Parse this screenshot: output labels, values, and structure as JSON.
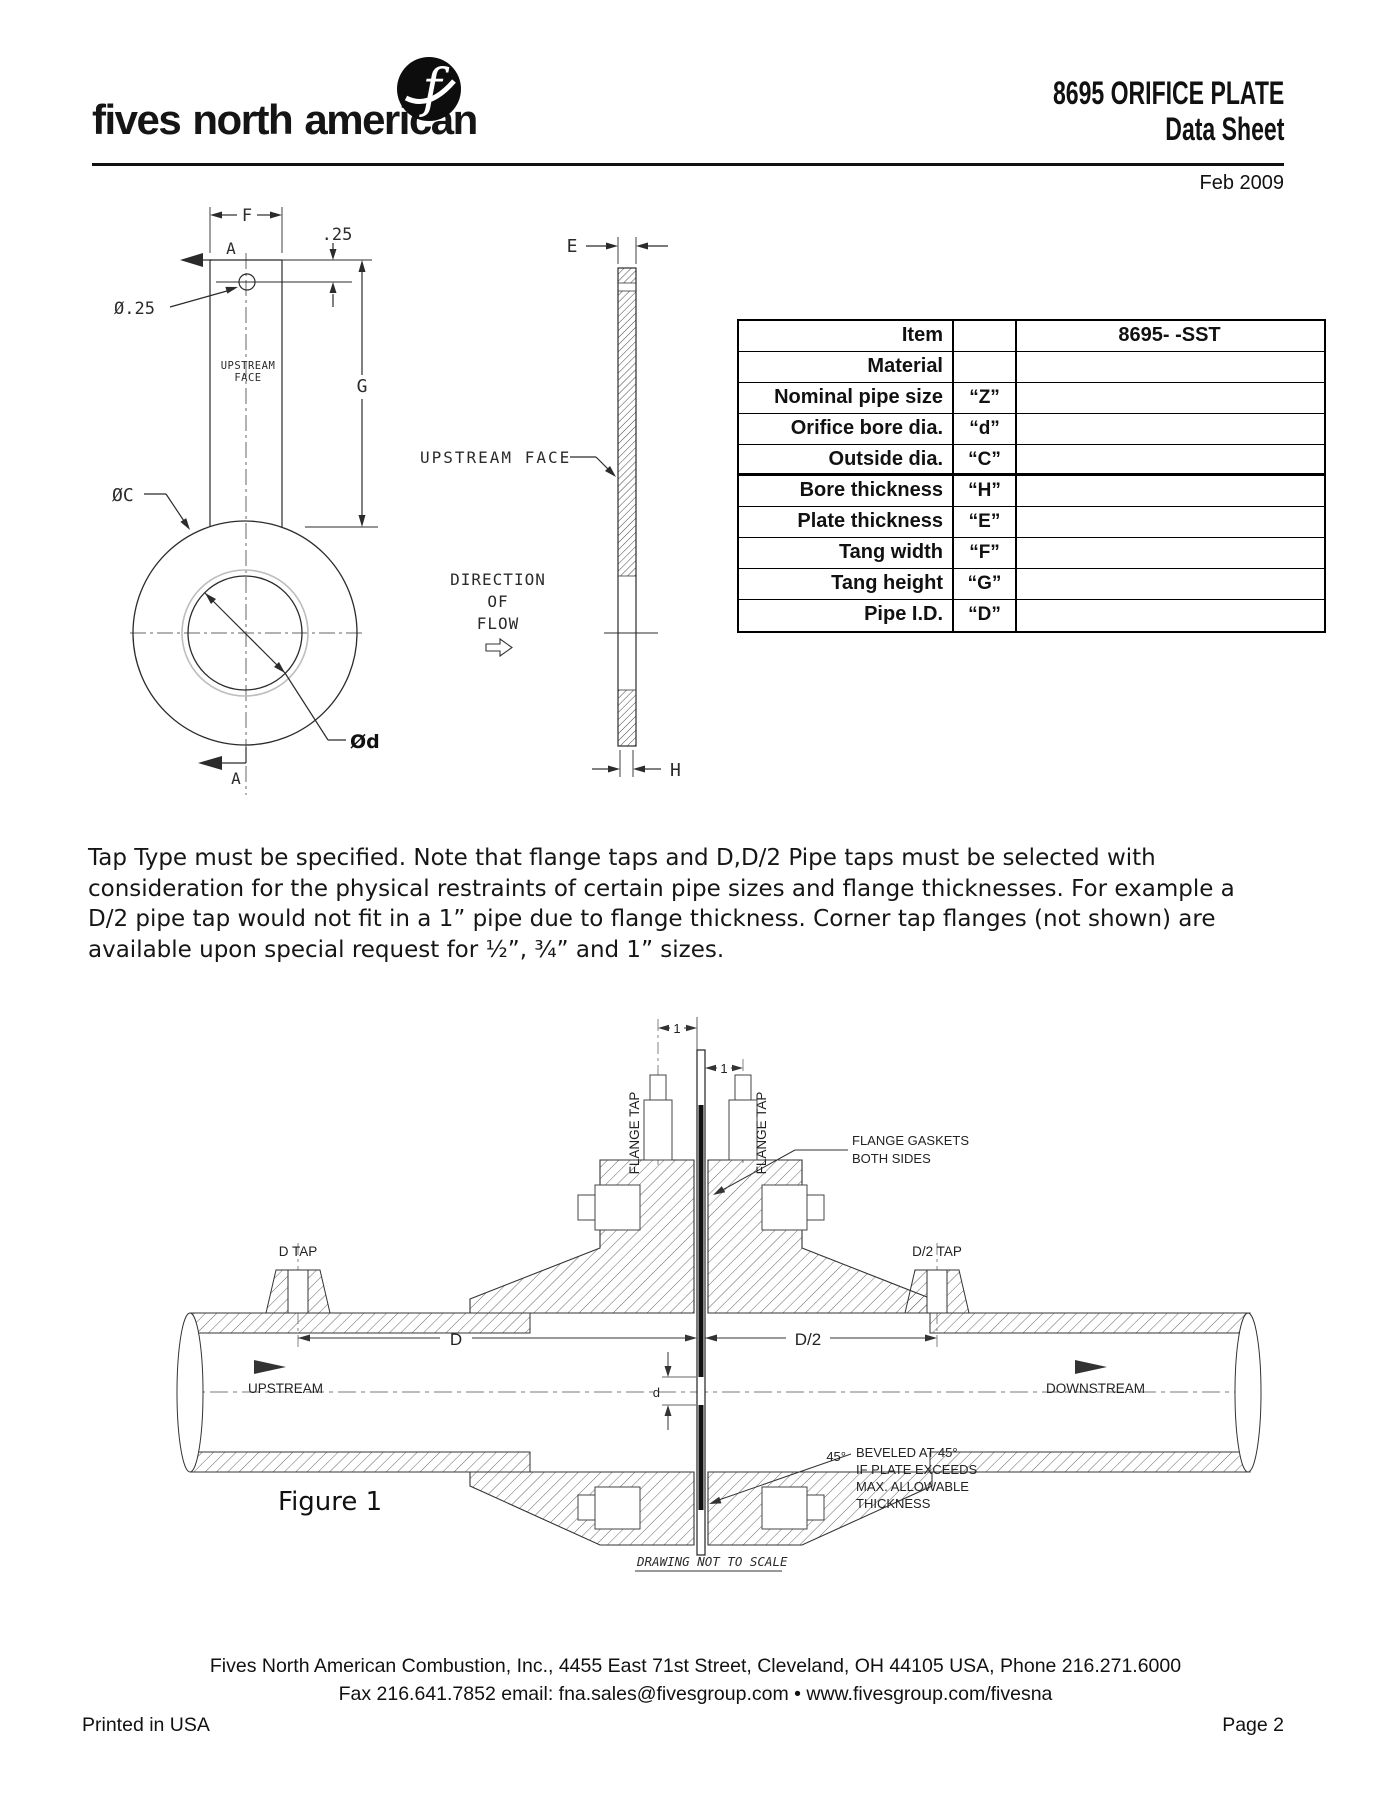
{
  "header": {
    "logo_text": "fives north american",
    "title_line1": "8695 ORIFICE PLATE",
    "title_line2": "Data Sheet",
    "date": "Feb 2009"
  },
  "front_view": {
    "dim_f": "F",
    "label_a_top": "A",
    "dim_point25": ".25",
    "hole_dia": "Ø.25",
    "upstream_line1": "UPSTREAM",
    "upstream_line2": "FACE",
    "dim_g": "G",
    "outside_dia": "ØC",
    "bore_dia": "Ød",
    "label_a_bottom": "A"
  },
  "side_view": {
    "dim_e": "E",
    "upstream_face": "UPSTREAM FACE",
    "dir1": "DIRECTION",
    "dir2": "OF",
    "dir3": "FLOW",
    "dim_h": "H"
  },
  "spec_table": {
    "rows": [
      {
        "label": "Item",
        "letter": "",
        "value": "8695- -SST"
      },
      {
        "label": "Material",
        "letter": "",
        "value": ""
      },
      {
        "label": "Nominal pipe size",
        "letter": "“Z”",
        "value": ""
      },
      {
        "label": "Orifice bore dia.",
        "letter": "“d”",
        "value": ""
      },
      {
        "label": "Outside dia.",
        "letter": "“C”",
        "value": ""
      },
      {
        "label": "Bore thickness",
        "letter": "“H”",
        "value": ""
      },
      {
        "label": "Plate thickness",
        "letter": "“E”",
        "value": ""
      },
      {
        "label": "Tang width",
        "letter": "“F”",
        "value": ""
      },
      {
        "label": "Tang height",
        "letter": "“G”",
        "value": ""
      },
      {
        "label": "Pipe I.D.",
        "letter": "“D”",
        "value": ""
      }
    ]
  },
  "paragraph": {
    "lines": [
      "Tap Type must be specified.  Note that flange taps and D,D/2 Pipe taps must be selected with",
      "consideration for the physical restraints of certain pipe sizes and flange thicknesses.  For example a",
      "D/2 pipe tap would not fit in a 1” pipe due to flange thickness.  Corner tap flanges (not shown) are",
      "available upon special request for ½”, ¾” and 1” sizes."
    ]
  },
  "figure": {
    "dim_one_left": "1",
    "dim_one_right": "1",
    "flange_tap_left": "FLANGE TAP",
    "flange_tap_right": "FLANGE TAP",
    "gasket_note_line1": "FLANGE GASKETS",
    "gasket_note_line2": "BOTH SIDES",
    "d_tap": "D TAP",
    "d2_tap": "D/2 TAP",
    "dim_d": "D",
    "dim_d2": "D/2",
    "dim_d_small": "d",
    "upstream": "UPSTREAM",
    "downstream": "DOWNSTREAM",
    "angle": "45°",
    "bevel_note_line1": "BEVELED AT 45°",
    "bevel_note_line2": "IF PLATE EXCEEDS",
    "bevel_note_line3": "MAX. ALLOWABLE",
    "bevel_note_line4": "THICKNESS",
    "caption": "Figure 1",
    "scale_note": "DRAWING NOT TO SCALE"
  },
  "footer": {
    "line1": "Fives North American Combustion, Inc., 4455 East 71st Street, Cleveland, OH 44105 USA, Phone 216.271.6000",
    "line2": "Fax 216.641.7852 email: fna.sales@fivesgroup.com • www.fivesgroup.com/fivesna",
    "printed": "Printed in USA",
    "page": "Page 2"
  }
}
